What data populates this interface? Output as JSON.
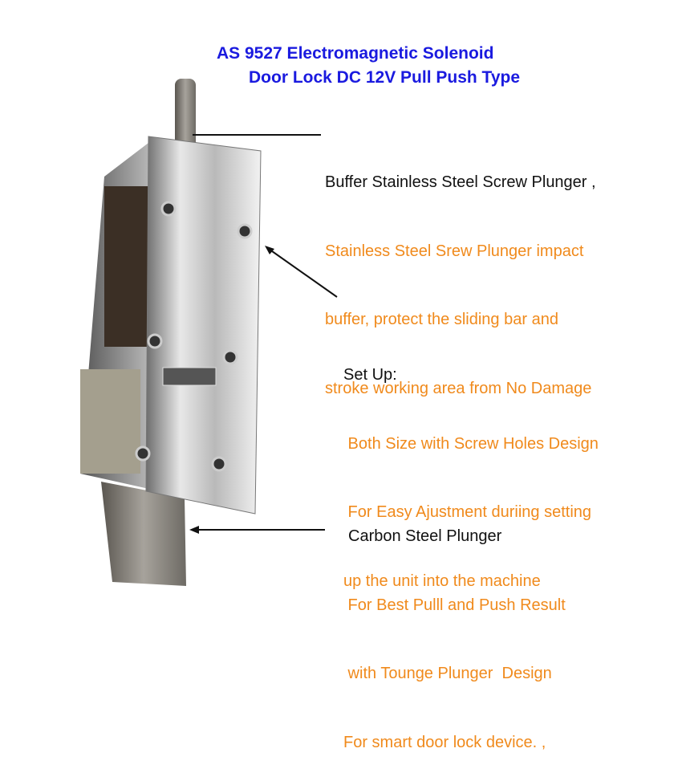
{
  "title": {
    "line1": "AS 9527 Electromagnetic Solenoid",
    "line2": "Door Lock DC 12V Pull Push Type"
  },
  "callouts": [
    {
      "heading": "Buffer Stainless Steel Screw Plunger ,",
      "lines": [
        "Stainless Steel Srew Plunger impact",
        "buffer, protect the sliding bar and",
        "stroke working area from No Damage"
      ]
    },
    {
      "heading": "Set Up:",
      "lines": [
        " Both Size with Screw Holes Design",
        " For Easy Ajustment duriing setting",
        "up the unit into the machine"
      ]
    },
    {
      "heading": "Carbon Steel Plunger",
      "lines": [
        " For Best Pulll and Push Result",
        " with Tounge Plunger  Design",
        "For smart door lock device. ,"
      ]
    }
  ],
  "colors": {
    "title": "#1a1adf",
    "heading": "#111111",
    "body": "#f08a1c"
  }
}
